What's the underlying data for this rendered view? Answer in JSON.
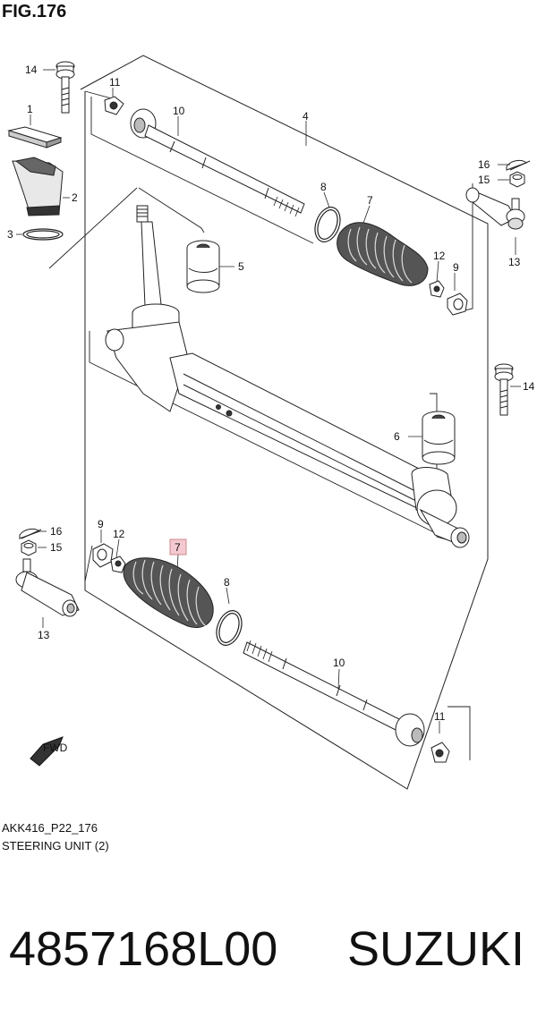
{
  "figure": {
    "title": "FIG.176",
    "code": "AKK416_P22_176",
    "subtitle": "STEERING UNIT (2)"
  },
  "callouts": [
    "14",
    "11",
    "10",
    "4",
    "1",
    "2",
    "3",
    "5",
    "8",
    "7",
    "16",
    "15",
    "13",
    "12",
    "9",
    "14",
    "6",
    "16",
    "15",
    "13",
    "9",
    "12",
    "7",
    "8",
    "10",
    "11"
  ],
  "highlight_color": "#f4c9d2",
  "fwd_label": "FWD",
  "footer": {
    "part_number": "4857168L00",
    "brand": "SUZUKI"
  }
}
